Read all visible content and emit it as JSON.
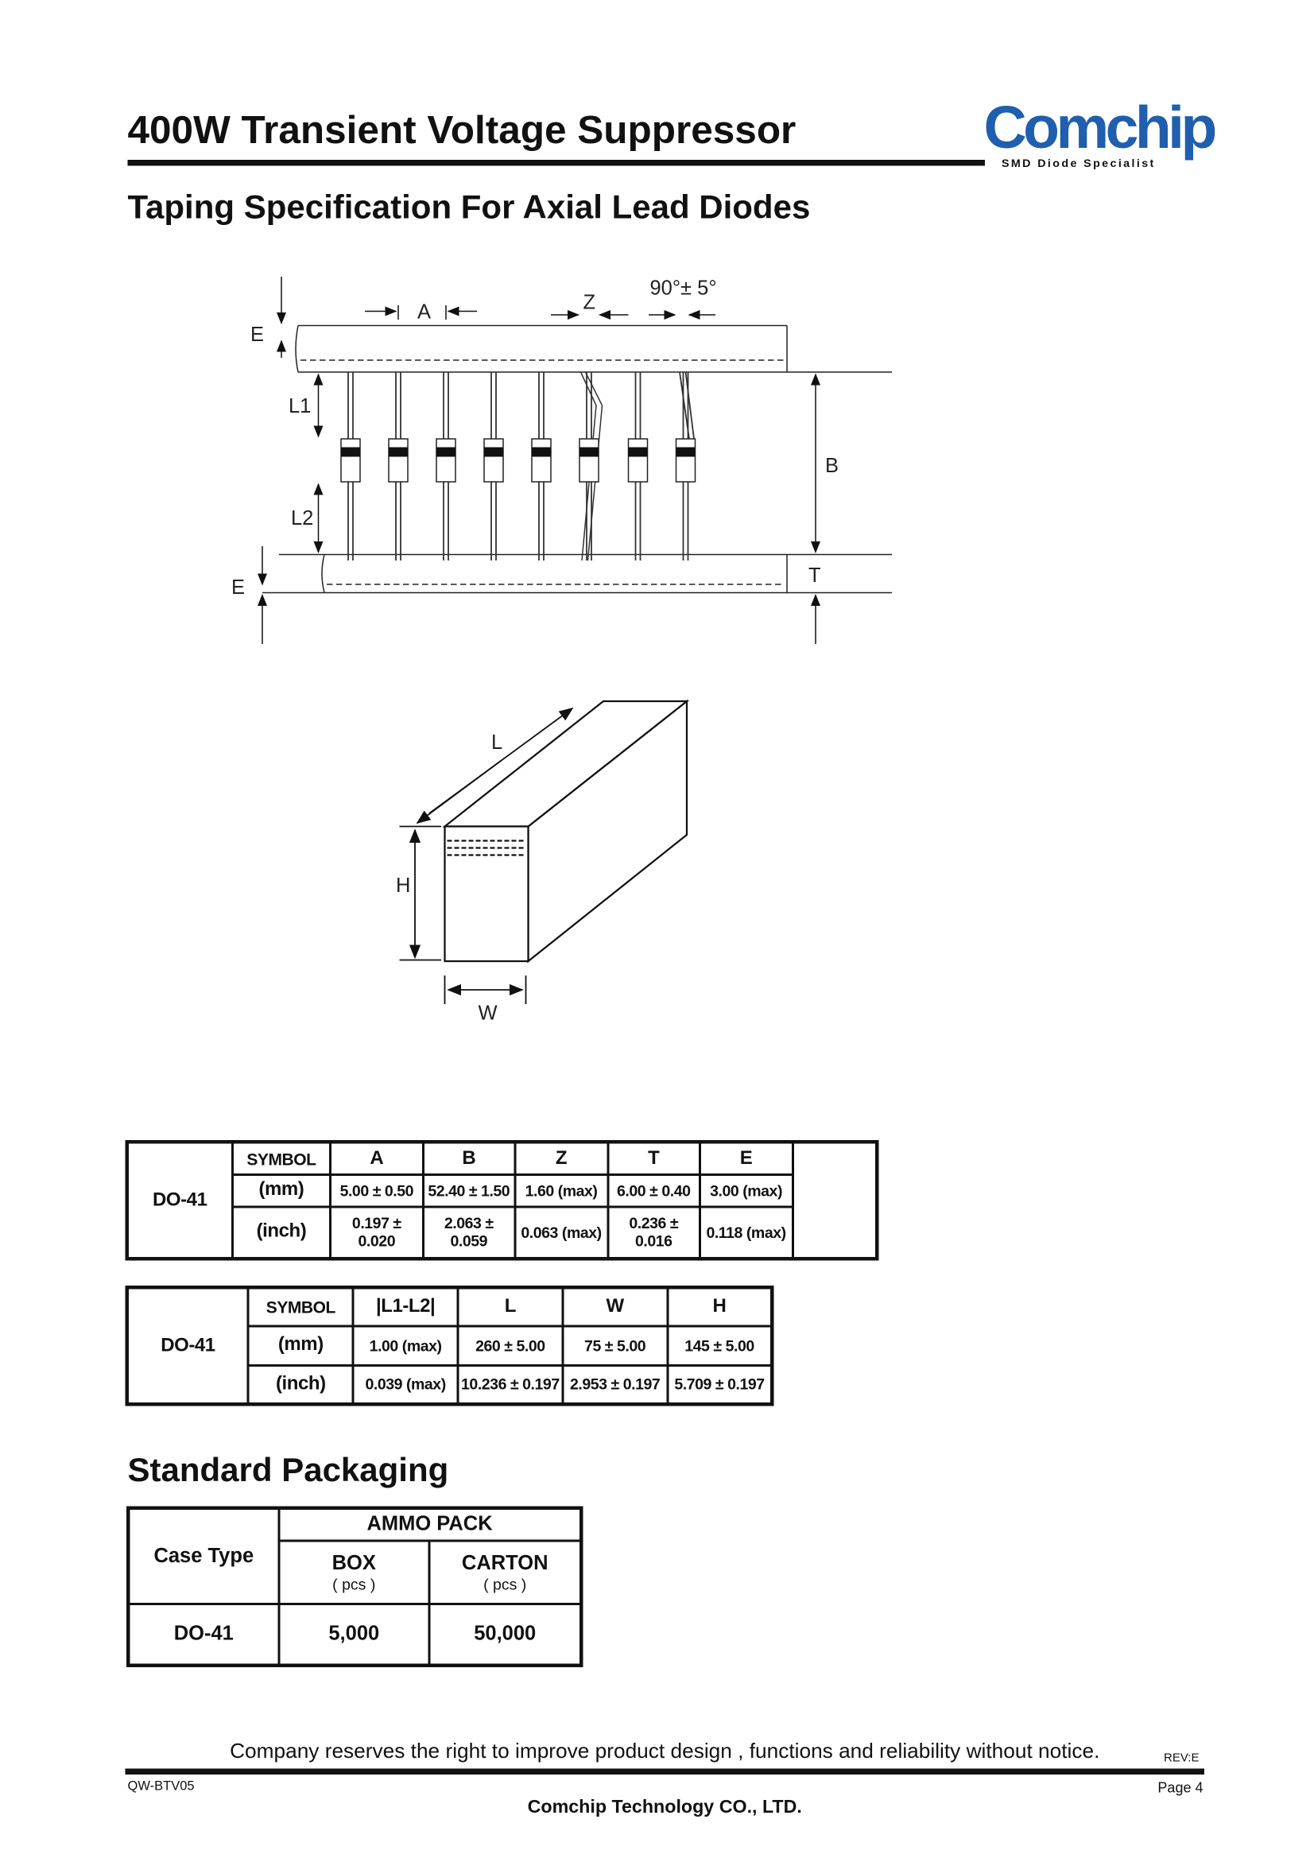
{
  "header": {
    "title": "400W Transient Voltage Suppressor",
    "subtitle": "Taping Specification For Axial Lead Diodes",
    "logo_word": "Comchip",
    "logo_tagline": "SMD Diode Specialist",
    "brand_color": "#1f5fae"
  },
  "taping_diagram": {
    "labels": {
      "A": "A",
      "Z": "Z",
      "angle": "90°± 5°",
      "E_top": "E",
      "E_bottom": "E",
      "L1": "L1",
      "L2": "L2",
      "B": "B",
      "T": "T"
    }
  },
  "box_diagram": {
    "labels": {
      "L": "L",
      "H": "H",
      "W": "W"
    }
  },
  "table1": {
    "case": "DO-41",
    "headers": [
      "SYMBOL",
      "A",
      "B",
      "Z",
      "T",
      "E"
    ],
    "rows": [
      [
        "(mm)",
        "5.00 ± 0.50",
        "52.40 ± 1.50",
        "1.60 (max)",
        "6.00 ± 0.40",
        "3.00 (max)"
      ],
      [
        "(inch)",
        "0.197 ± 0.020",
        "2.063 ± 0.059",
        "0.063 (max)",
        "0.236 ± 0.016",
        "0.118 (max)"
      ]
    ]
  },
  "table2": {
    "case": "DO-41",
    "headers": [
      "SYMBOL",
      "|L1-L2|",
      "L",
      "W",
      "H"
    ],
    "rows": [
      [
        "(mm)",
        "1.00 (max)",
        "260 ± 5.00",
        "75 ± 5.00",
        "145 ± 5.00"
      ],
      [
        "(inch)",
        "0.039 (max)",
        "10.236 ± 0.197",
        "2.953 ± 0.197",
        "5.709 ± 0.197"
      ]
    ]
  },
  "packaging": {
    "heading": "Standard Packaging",
    "case_type_label": "Case Type",
    "ammo_pack": "AMMO PACK",
    "box_label": "BOX",
    "carton_label": "CARTON",
    "unit": "( pcs )",
    "case": "DO-41",
    "box_qty": "5,000",
    "carton_qty": "50,000"
  },
  "footer": {
    "notice": "Company reserves the right to improve product design , functions and reliability without notice.",
    "rev": "REV:E",
    "doc_code": "QW-BTV05",
    "page": "Page 4",
    "company": "Comchip Technology CO., LTD."
  }
}
